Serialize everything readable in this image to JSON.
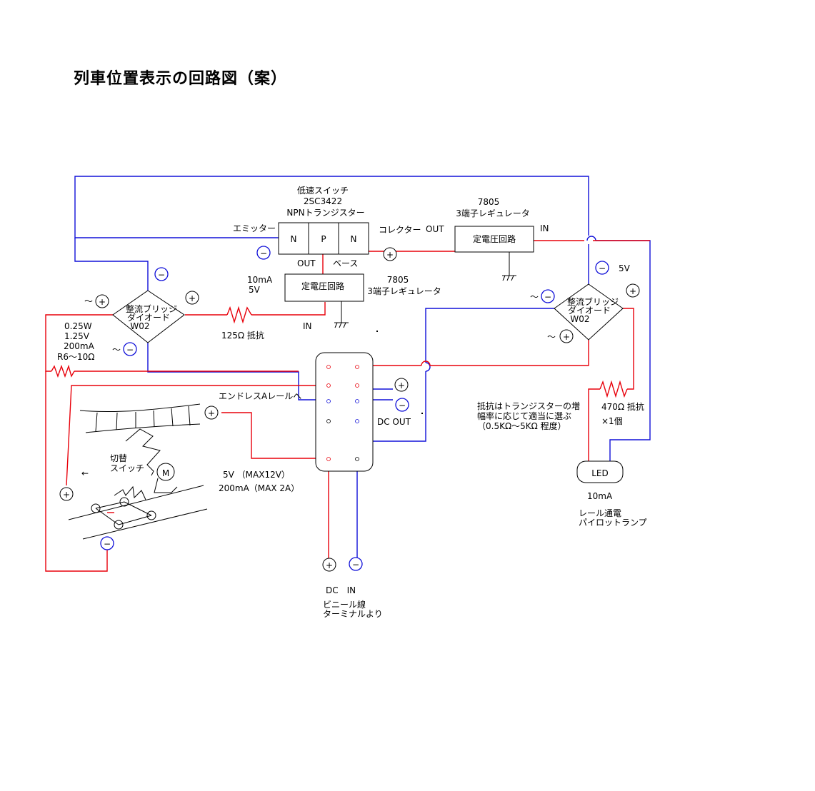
{
  "title": "列車位置表示の回路図（案）",
  "colors": {
    "positive_wire": "#e8000a",
    "negative_wire": "#1010d8",
    "component": "#000000"
  },
  "transistor": {
    "function": "低速スイッチ",
    "part": "2SC3422",
    "type": "NPNトランジスター",
    "pins": [
      "N",
      "P",
      "N"
    ],
    "emitter_label": "エミッター",
    "collector_label": "コレクター",
    "out_label": "OUT",
    "base_label": "ベース"
  },
  "regulator_top": {
    "part": "7805",
    "desc": "3端子レギュレータ",
    "box": "定電圧回路",
    "out": "OUT",
    "in": "IN"
  },
  "regulator_mid": {
    "part": "7805",
    "desc": "3端子レギュレータ",
    "box": "定電圧回路",
    "rating_current": "10mA",
    "rating_voltage": "5V",
    "in": "IN"
  },
  "bridge_left": {
    "line1": "整流ブリッジ",
    "line2": "ダイオード",
    "line3": "W02",
    "ac_top": "～",
    "ac_bottom": "～"
  },
  "bridge_right": {
    "line1": "整流ブリッジ",
    "line2": "ダイオード",
    "line3": "W02",
    "ac_top": "～",
    "ac_bottom": "～",
    "voltage": "5V"
  },
  "resistor_125": "125Ω 抵抗",
  "resistor_left": {
    "power": "0.25W",
    "voltage": "1.25V",
    "current": "200mA",
    "value": "R6～10Ω"
  },
  "resistor_470": {
    "value": "470Ω 抵抗",
    "count": "×1個"
  },
  "resistor_note": [
    "抵抗はトランジスターの増",
    "幅率に応じて適当に選ぶ",
    "（0.5KΩ～5KΩ 程度）"
  ],
  "endless_label": "エンドレスAレールへ",
  "switch_label": [
    "切替",
    "スイッチ"
  ],
  "motor_label": "M",
  "arrow_label": "←",
  "supply_note": [
    "5V （MAX12V）",
    "200mA（MAX 2A）"
  ],
  "dc_out_label": "DC OUT",
  "dc_in_label": "DC　IN",
  "dc_in_note": [
    "ビニール線",
    "ターミナルより"
  ],
  "led": {
    "label": "LED",
    "current": "10mA",
    "note": [
      "レール通電",
      "パイロットランプ"
    ]
  },
  "symbols": {
    "plus": "+",
    "minus": "−"
  }
}
